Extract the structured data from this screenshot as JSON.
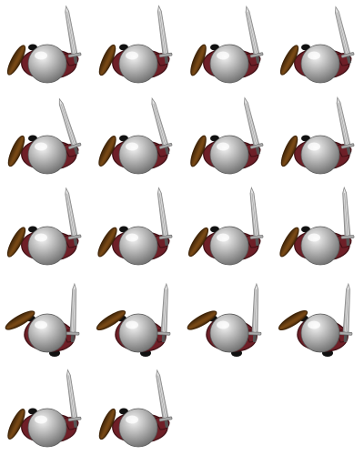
{
  "sprite_sheet": {
    "columns": 4,
    "frame_count": 18,
    "colors": {
      "background": "#ffffff",
      "helmet_light": "#f4f4f4",
      "helmet_mid": "#b9b9b9",
      "helmet_dark": "#6f6f6f",
      "body": "#6e1f27",
      "body_dark": "#3f0f14",
      "boot": "#111111",
      "shield_wood": "#7a4a16",
      "shield_dark": "#3f2408",
      "blade": "#e6e6e6",
      "blade_edge": "#8a8a8a",
      "hilt": "#a9a9a9"
    },
    "icons": {
      "helmet": "round-steel-helmet-icon",
      "sword": "sword-icon",
      "shield": "wooden-shield-icon"
    },
    "frames": [
      {
        "index": 1,
        "pose": "walk"
      },
      {
        "index": 2,
        "pose": "walk"
      },
      {
        "index": 3,
        "pose": "walk"
      },
      {
        "index": 4,
        "pose": "walk"
      },
      {
        "index": 5,
        "pose": "walk"
      },
      {
        "index": 6,
        "pose": "walk"
      },
      {
        "index": 7,
        "pose": "walk"
      },
      {
        "index": 8,
        "pose": "walk"
      },
      {
        "index": 9,
        "pose": "walk"
      },
      {
        "index": 10,
        "pose": "walk"
      },
      {
        "index": 11,
        "pose": "walk"
      },
      {
        "index": 12,
        "pose": "walk"
      },
      {
        "index": 13,
        "pose": "guard"
      },
      {
        "index": 14,
        "pose": "guard"
      },
      {
        "index": 15,
        "pose": "guard"
      },
      {
        "index": 16,
        "pose": "guard"
      },
      {
        "index": 17,
        "pose": "walk"
      },
      {
        "index": 18,
        "pose": "walk"
      }
    ]
  }
}
